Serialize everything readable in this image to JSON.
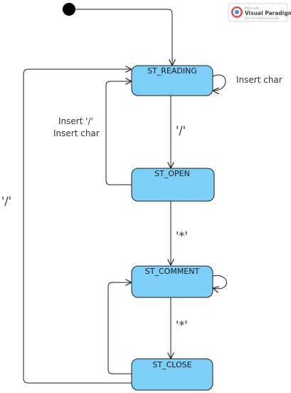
{
  "diagram": {
    "states": {
      "reading": "ST_READING",
      "open": "ST_OPEN",
      "comment": "ST_COMMENT",
      "close": "ST_CLOSE"
    },
    "transitions": {
      "reading_self": "Insert char",
      "open_to_reading_line1": "Insert '/'",
      "open_to_reading_line2": "Insert char",
      "reading_to_open": "'/'",
      "open_to_comment": "'*'",
      "comment_to_close": "'*'",
      "close_to_reading": "'/'"
    },
    "colors": {
      "state_fill": "#7dcff7",
      "line": "#1f1f1f",
      "initial_node": "#000000"
    }
  },
  "watermark": {
    "line1": "Made with",
    "brand": "Visual Paradigm",
    "line3": "For non-commercial use",
    "icon": "visual-paradigm-logo-icon"
  }
}
